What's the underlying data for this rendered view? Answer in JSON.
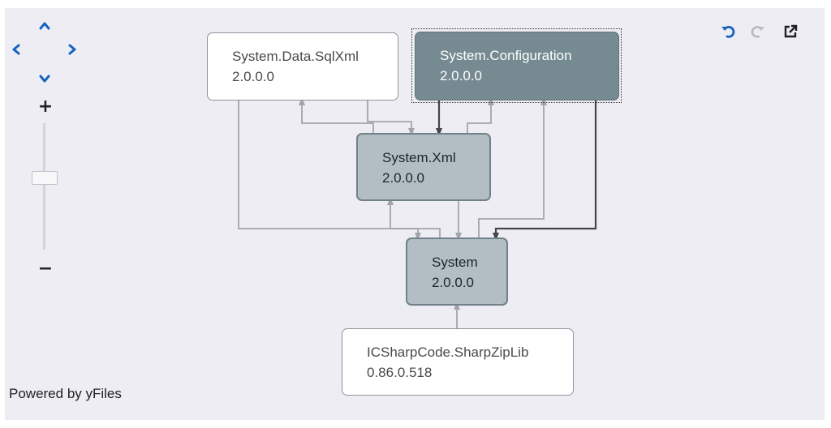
{
  "navigation": {
    "up_icon": "chevron-up-icon",
    "left_icon": "chevron-left-icon",
    "right_icon": "chevron-right-icon",
    "down_icon": "chevron-down-icon",
    "accent_color": "#1565c0"
  },
  "zoom": {
    "in_label": "+",
    "out_label": "−",
    "level_fraction": 0.58
  },
  "toolbar": {
    "undo_icon": "undo-icon",
    "redo_icon": "redo-icon",
    "export_icon": "open-external-icon"
  },
  "graph": {
    "nodes": [
      {
        "id": "sqlxml",
        "name": "System.Data.SqlXml",
        "version": "2.0.0.0",
        "style": "plain"
      },
      {
        "id": "config",
        "name": "System.Configuration",
        "version": "2.0.0.0",
        "style": "dark",
        "selected": true
      },
      {
        "id": "xml",
        "name": "System.Xml",
        "version": "2.0.0.0",
        "style": "mid"
      },
      {
        "id": "system",
        "name": "System",
        "version": "2.0.0.0",
        "style": "mid"
      },
      {
        "id": "zip",
        "name": "ICSharpCode.SharpZipLib",
        "version": "0.86.0.518",
        "style": "plain"
      }
    ],
    "edges": [
      {
        "from": "xml",
        "to": "sqlxml",
        "style": "light"
      },
      {
        "from": "sqlxml",
        "to": "xml",
        "style": "light"
      },
      {
        "from": "config",
        "to": "xml",
        "style": "dark"
      },
      {
        "from": "xml",
        "to": "config",
        "style": "light"
      },
      {
        "from": "system",
        "to": "config",
        "style": "light"
      },
      {
        "from": "sqlxml",
        "to": "system",
        "style": "light"
      },
      {
        "from": "system",
        "to": "xml",
        "style": "light"
      },
      {
        "from": "xml",
        "to": "system",
        "style": "light"
      },
      {
        "from": "config",
        "to": "system",
        "style": "dark"
      },
      {
        "from": "zip",
        "to": "system",
        "style": "light"
      }
    ]
  },
  "footer": {
    "powered_by": "Powered by yFiles"
  }
}
